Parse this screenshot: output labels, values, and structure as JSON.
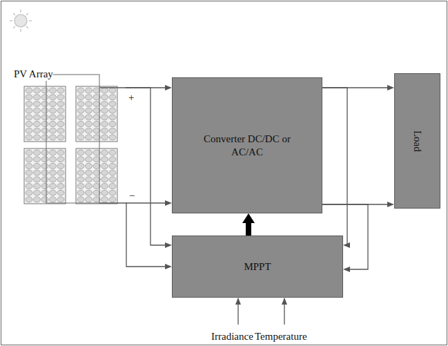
{
  "diagram": {
    "nodes": [
      {
        "text": [
          "PV Array"
        ]
      },
      {
        "text": [
          "Converter DC/DC or AC/AC"
        ]
      },
      {
        "text": [
          "Load"
        ]
      },
      {
        "text": [
          "MPPT"
        ]
      }
    ],
    "edges": [
      {
        "from": 0,
        "to": 1,
        "arrow": "to"
      },
      {
        "from": 0,
        "to": 1,
        "arrow": "to"
      },
      {
        "from": 1,
        "to": 2,
        "arrow": "to"
      },
      {
        "from": 1,
        "to": 2,
        "arrow": "to"
      },
      {
        "from": 0,
        "to": 3,
        "arrow": "to"
      },
      {
        "from": 0,
        "to": 3,
        "arrow": "to"
      },
      {
        "from": 1,
        "to": 3,
        "arrow": "to"
      },
      {
        "from": 1,
        "to": 3,
        "arrow": "to"
      },
      {
        "from": 3,
        "to": 1,
        "arrow": "to"
      }
    ],
    "labels": [
      "+",
      "−",
      "Irradiance",
      "Temperature"
    ]
  }
}
